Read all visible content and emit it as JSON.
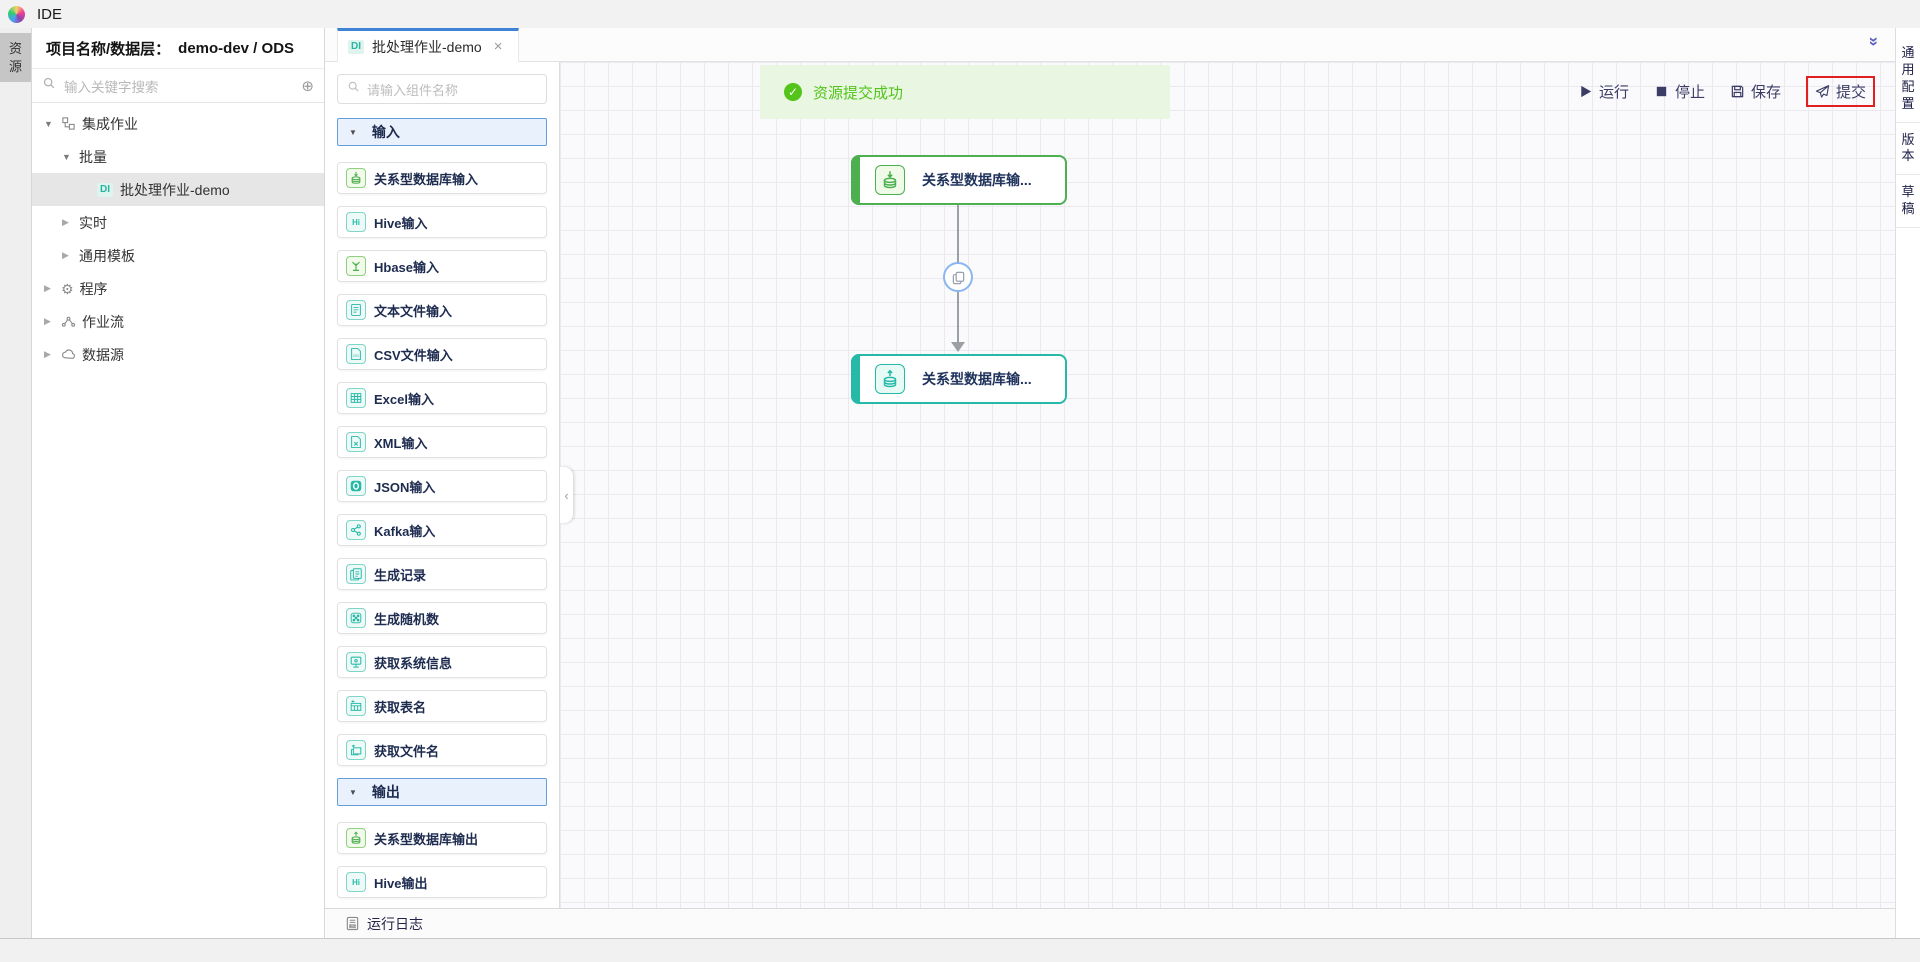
{
  "theme": {
    "blue": "#3f83d6",
    "green": "#4caf50",
    "teal": "#26b9a8",
    "success": "#52c41a",
    "red": "#e02020"
  },
  "header": {
    "title": "IDE"
  },
  "left_rail": {
    "tab": "资源"
  },
  "explorer": {
    "title_label": "项目名称/数据层：",
    "title_value": "demo-dev / ODS",
    "search_placeholder": "输入关键字搜索",
    "tree": [
      {
        "label": "集成作业",
        "depth": 0,
        "state": "open",
        "icon": "integration"
      },
      {
        "label": "批量",
        "depth": 1,
        "state": "open"
      },
      {
        "label": "批处理作业-demo",
        "depth": 2,
        "state": "leaf",
        "badge": "DI",
        "selected": true
      },
      {
        "label": "实时",
        "depth": 1,
        "state": "closed"
      },
      {
        "label": "通用模板",
        "depth": 1,
        "state": "closed"
      },
      {
        "label": "程序",
        "depth": 0,
        "state": "closed",
        "icon": "gear"
      },
      {
        "label": "作业流",
        "depth": 0,
        "state": "closed",
        "icon": "flow"
      },
      {
        "label": "数据源",
        "depth": 0,
        "state": "closed",
        "icon": "cloud"
      }
    ]
  },
  "tabbar": {
    "tabs": [
      {
        "badge": "DI",
        "label": "批处理作业-demo",
        "close": "×"
      }
    ]
  },
  "palette": {
    "search_placeholder": "请输入组件名称",
    "sections": [
      {
        "label": "输入",
        "items": [
          {
            "label": "关系型数据库输入",
            "icon": "db-in",
            "tint": "green"
          },
          {
            "label": "Hive输入",
            "icon": "hive",
            "tint": "teal"
          },
          {
            "label": "Hbase输入",
            "icon": "hbase",
            "tint": "green"
          },
          {
            "label": "文本文件输入",
            "icon": "file-text",
            "tint": "teal"
          },
          {
            "label": "CSV文件输入",
            "icon": "file-csv",
            "tint": "teal"
          },
          {
            "label": "Excel输入",
            "icon": "grid",
            "tint": "teal"
          },
          {
            "label": "XML输入",
            "icon": "file-x",
            "tint": "teal"
          },
          {
            "label": "JSON输入",
            "icon": "json",
            "tint": "teal"
          },
          {
            "label": "Kafka输入",
            "icon": "kafka",
            "tint": "teal"
          },
          {
            "label": "生成记录",
            "icon": "doc-copy",
            "tint": "teal"
          },
          {
            "label": "生成随机数",
            "icon": "dice",
            "tint": "teal"
          },
          {
            "label": "获取系统信息",
            "icon": "monitor",
            "tint": "teal"
          },
          {
            "label": "获取表名",
            "icon": "table",
            "tint": "teal"
          },
          {
            "label": "获取文件名",
            "icon": "files",
            "tint": "teal"
          }
        ]
      },
      {
        "label": "输出",
        "items": [
          {
            "label": "关系型数据库输出",
            "icon": "db-out",
            "tint": "green"
          },
          {
            "label": "Hive输出",
            "icon": "hive",
            "tint": "teal"
          }
        ]
      }
    ]
  },
  "canvas": {
    "banner": {
      "text": "资源提交成功"
    },
    "toolbar": [
      {
        "label": "运行",
        "icon": "play",
        "highlighted": false
      },
      {
        "label": "停止",
        "icon": "stop",
        "highlighted": false
      },
      {
        "label": "保存",
        "icon": "save",
        "highlighted": false
      },
      {
        "label": "提交",
        "icon": "send",
        "highlighted": true
      }
    ],
    "nodes": [
      {
        "label": "关系型数据库输...",
        "variant": "green",
        "icon": "db-in"
      },
      {
        "label": "关系型数据库输...",
        "variant": "teal",
        "icon": "db-out"
      }
    ]
  },
  "log_bar": {
    "label": "运行日志"
  },
  "right_rail": {
    "items": [
      "通用配置",
      "版本",
      "草稿"
    ]
  }
}
